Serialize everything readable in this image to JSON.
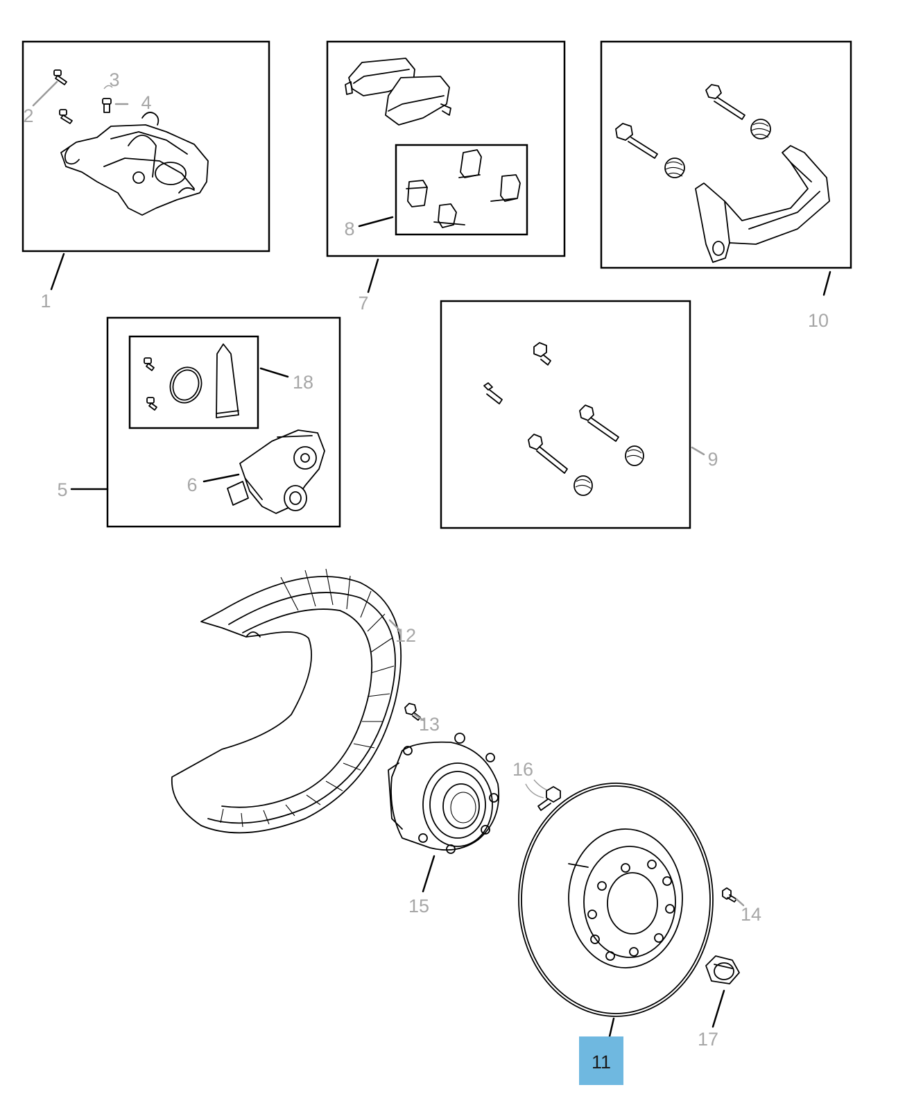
{
  "highlight_color": "#6fb8e0",
  "callout_color": "#a6a6a6",
  "highlighted_callout": "11",
  "callouts": {
    "c1": "1",
    "c2": "2",
    "c3": "3",
    "c4": "4",
    "c5": "5",
    "c6": "6",
    "c7": "7",
    "c8": "8",
    "c9": "9",
    "c10": "10",
    "c11": "11",
    "c12": "12",
    "c13": "13",
    "c14": "14",
    "c15": "15",
    "c16": "16",
    "c17": "17",
    "c18": "18"
  }
}
